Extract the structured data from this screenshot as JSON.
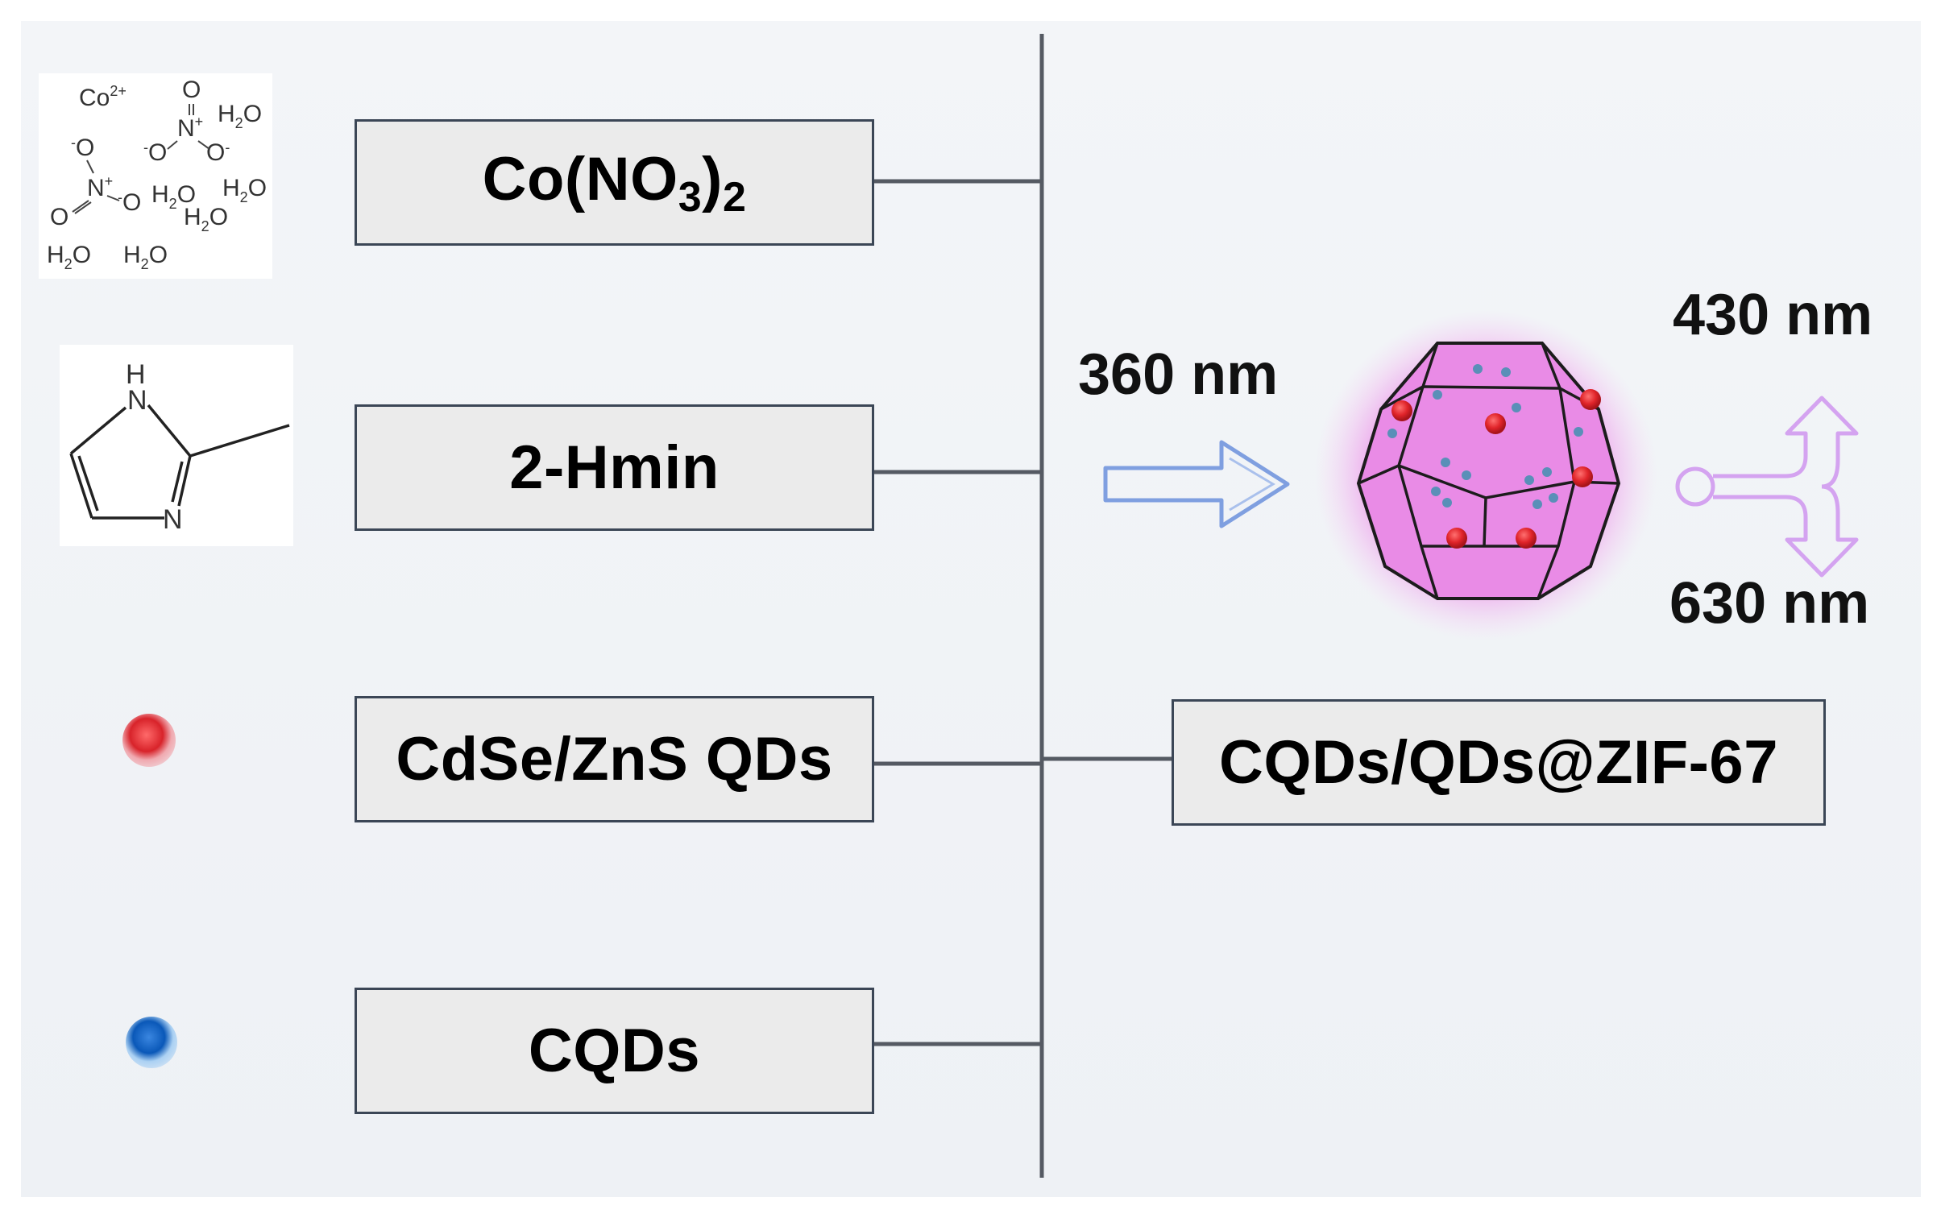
{
  "left_boxes": [
    {
      "text": "Co(NO",
      "sub": "3",
      "tail": ")",
      "sub2": "2"
    },
    {
      "text": "2-Hmin"
    },
    {
      "text": "CdSe/ZnS QDs"
    },
    {
      "text": "CQDs"
    }
  ],
  "product": {
    "label": "CQDs/QDs@ZIF-67"
  },
  "excitation": {
    "label": "360 nm"
  },
  "emissions": {
    "top": "430 nm",
    "bottom": "630 nm"
  },
  "cobalt_nitrate_structure": {
    "labels": [
      "Co",
      "2+",
      "O",
      "N",
      "+",
      "-",
      "O",
      "-",
      "O",
      "H",
      "2",
      "O"
    ]
  },
  "imidazole_structure": {
    "atoms": [
      "H",
      "N",
      "N"
    ]
  },
  "colors": {
    "qd_red": "#e0242a",
    "cqd_blue": "#0a58b8",
    "zif_pink": "#e98be6",
    "arrow_blue": "#7f9fe0",
    "arrow_violet": "#d4a3f0",
    "line": "#555a63"
  }
}
